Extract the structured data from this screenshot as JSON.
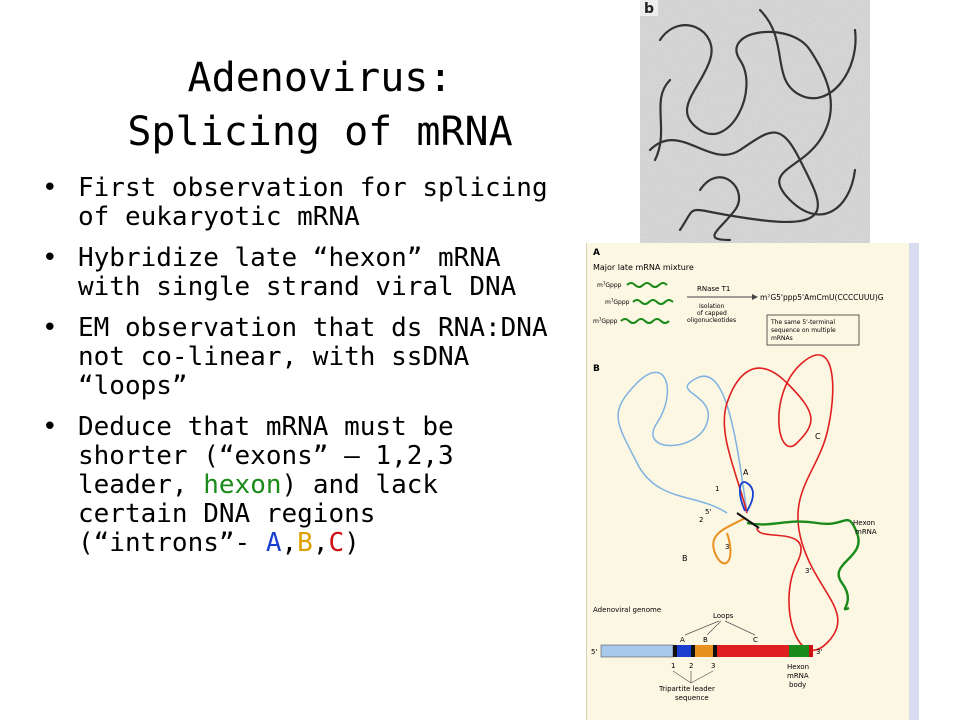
{
  "slide": {
    "title_line1": "Adenovirus:",
    "title_line2": "Splicing of mRNA"
  },
  "bullets": [
    {
      "text": "First observation for splicing of eukaryotic mRNA"
    },
    {
      "text": "Hybridize late “hexon” mRNA with single strand viral DNA"
    },
    {
      "text": "EM observation that ds RNA:DNA not co-linear, with ssDNA “loops”"
    },
    {
      "part1": "Deduce that mRNA must be shorter (“exons” – 1,2,3 leader, ",
      "hexon": "hexon",
      "part2": ") and lack certain DNA regions (“introns”- ",
      "A": "A",
      "sep1": ",",
      "B": "B",
      "sep2": ",",
      "C": "C",
      "part3": ")"
    }
  ],
  "colors": {
    "hexon": "#1a8a1a",
    "A": "#1a3fd0",
    "B": "#e0a000",
    "C": "#d01010"
  },
  "photo": {
    "label": "b"
  },
  "figure": {
    "panel_a": {
      "label": "A",
      "title": "Major late mRNA mixture",
      "cap": "Gppp",
      "cap_prefix": "m",
      "rnase": "RNase T1",
      "isolation_1": "Isolation",
      "isolation_2": "of capped",
      "isolation_3": "oligonucleotides",
      "product": "m⁷G5'ppp5'AmCmU(CCCCUUU)G",
      "box_1": "The same 5'-terminal",
      "box_2": "sequence on multiple",
      "box_3": "mRNAs"
    },
    "panel_b": {
      "label": "B",
      "loop_a": "A",
      "loop_b": "B",
      "loop_c": "C",
      "n1": "1",
      "n2": "2",
      "n3": "3",
      "five": "5'",
      "three": "3'",
      "hexon_1": "Hexon",
      "hexon_2": "mRNA"
    },
    "genome": {
      "title": "Adenoviral genome",
      "loops": "Loops",
      "la": "A",
      "lb": "B",
      "lc": "C",
      "five": "5'",
      "three": "3'",
      "n1": "1",
      "n2": "2",
      "n3": "3",
      "tri_1": "Tripartite leader",
      "tri_2": "sequence",
      "hex_1": "Hexon",
      "hex_2": "mRNA",
      "hex_3": "body"
    }
  }
}
